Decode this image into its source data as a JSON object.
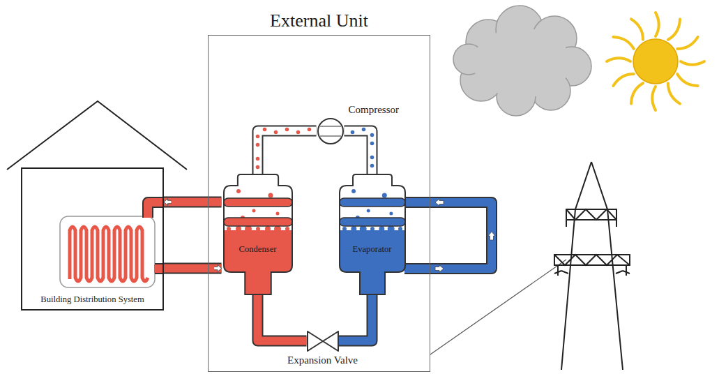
{
  "diagram": {
    "nodes": [
      {
        "text": [
          "External Unit"
        ]
      },
      {
        "text": [
          "Compressor"
        ],
        "in": 0
      },
      {
        "text": [
          "Condenser"
        ],
        "in": 0
      },
      {
        "text": [
          "Evaporator"
        ],
        "in": 0
      },
      {
        "text": [
          "Expansion Valve"
        ],
        "in": 0
      },
      {
        "text": [
          "Building Distribution System"
        ]
      }
    ],
    "edges": [
      {
        "from": 1,
        "to": 2,
        "arrow": "none"
      },
      {
        "from": 2,
        "to": 4,
        "arrow": "none"
      },
      {
        "from": 4,
        "to": 3,
        "arrow": "none"
      },
      {
        "from": 3,
        "to": 1,
        "arrow": "none"
      },
      {
        "from": 2,
        "to": 5,
        "arrow": "to"
      },
      {
        "from": 5,
        "to": 2,
        "arrow": "to"
      }
    ]
  }
}
